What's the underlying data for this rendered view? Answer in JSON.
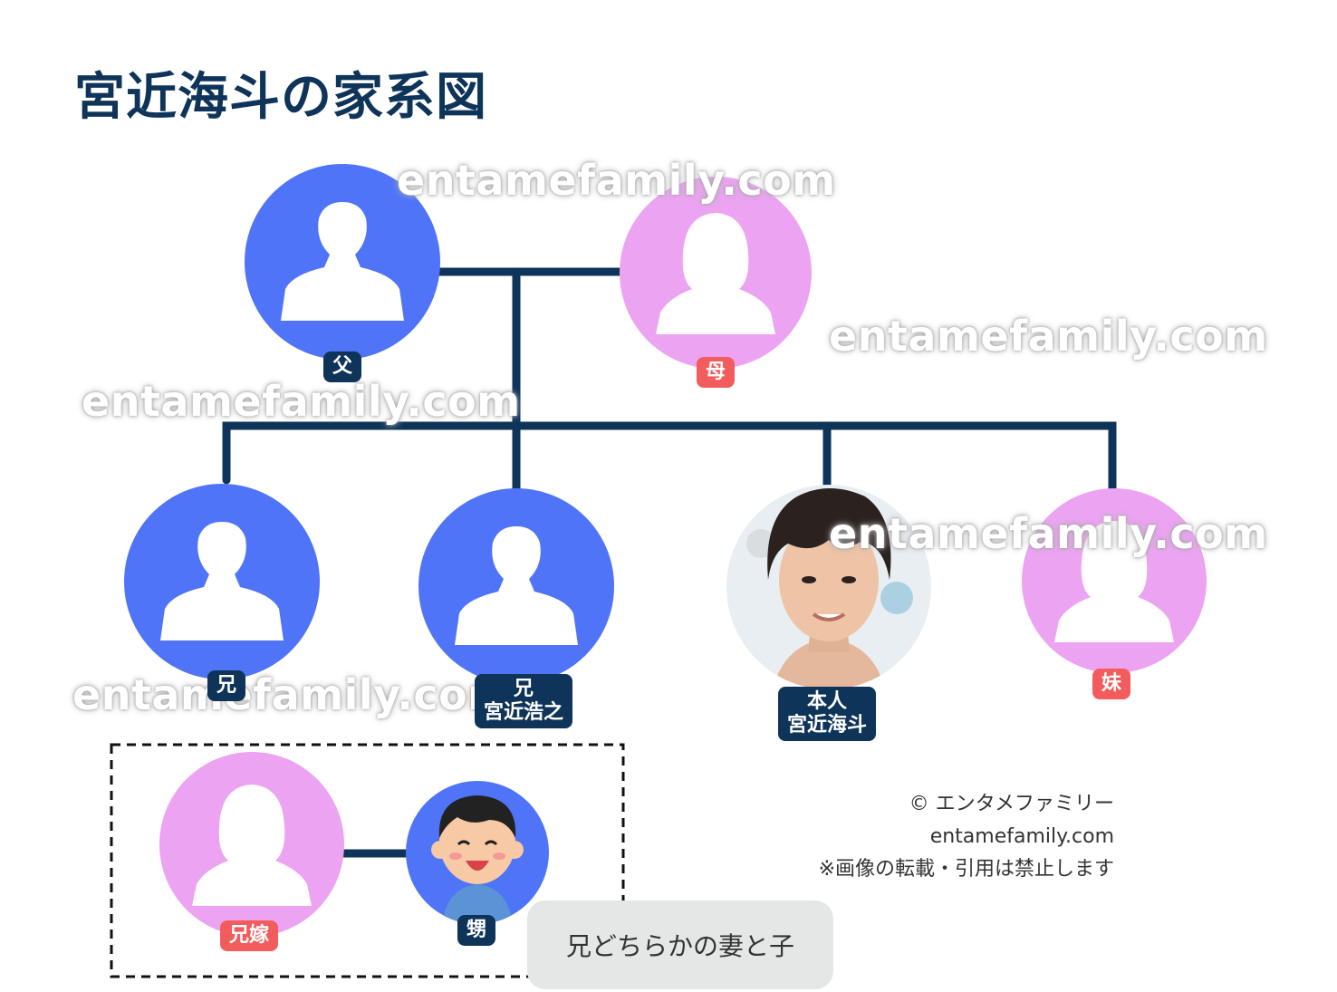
{
  "title": "宮近海斗の家系図",
  "watermark": "entamefamily.com",
  "colors": {
    "male": "#4f74f8",
    "female": "#eca3f2",
    "line": "#0f3459",
    "label_male": "#0f3459",
    "label_female": "#f25c5c"
  },
  "members": {
    "father": {
      "label": "父",
      "gender": "male",
      "icon": "male-silhouette-icon"
    },
    "mother": {
      "label": "母",
      "gender": "female",
      "icon": "female-silhouette-icon"
    },
    "brother1": {
      "label": "兄",
      "gender": "male",
      "icon": "male-silhouette-icon"
    },
    "brother2": {
      "label": "兄",
      "name": "宮近浩之",
      "gender": "male",
      "icon": "male-silhouette-icon"
    },
    "self": {
      "label": "本人",
      "name": "宮近海斗",
      "icon": "portrait-photo"
    },
    "sister": {
      "label": "妹",
      "gender": "female",
      "icon": "female-silhouette-icon"
    },
    "sister_in_law": {
      "label": "兄嫁",
      "gender": "female",
      "icon": "female-silhouette-icon"
    },
    "nephew": {
      "label": "甥",
      "gender": "male",
      "icon": "boy-illustration-icon"
    }
  },
  "note": "兄どちらかの妻と子",
  "credit": {
    "copyright": "© エンタメファミリー",
    "site": "entamefamily.com",
    "notice": "※画像の転載・引用は禁止します"
  }
}
